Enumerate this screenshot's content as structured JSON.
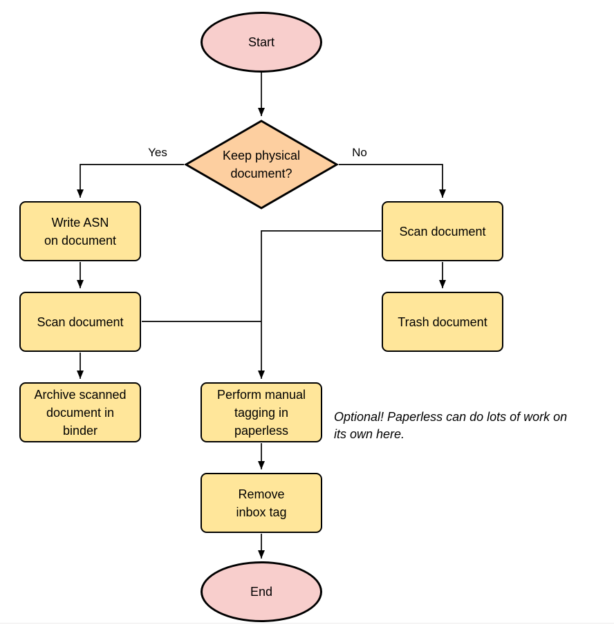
{
  "diagram": {
    "nodes": {
      "start": {
        "label": "Start",
        "shape": "terminator"
      },
      "decision": {
        "label": "Keep physical\ndocument?",
        "shape": "decision"
      },
      "write_asn": {
        "label": "Write ASN\non document",
        "shape": "process"
      },
      "scan_left": {
        "label": "Scan document",
        "shape": "process"
      },
      "archive": {
        "label": "Archive scanned\ndocument in\nbinder",
        "shape": "process"
      },
      "scan_right": {
        "label": "Scan document",
        "shape": "process"
      },
      "trash": {
        "label": "Trash document",
        "shape": "process"
      },
      "tagging": {
        "label": "Perform manual\ntagging in\npaperless",
        "shape": "process"
      },
      "remove_inbox": {
        "label": "Remove\ninbox tag",
        "shape": "process"
      },
      "end": {
        "label": "End",
        "shape": "terminator"
      }
    },
    "edge_labels": {
      "yes": "Yes",
      "no": "No"
    },
    "note": "Optional! Paperless can do lots of work on\nits own here.",
    "colors": {
      "terminator_fill": "#f8cecc",
      "decision_fill": "#fdcfa0",
      "process_fill": "#ffe69a",
      "stroke": "#000000",
      "background": "#ffffff"
    }
  }
}
